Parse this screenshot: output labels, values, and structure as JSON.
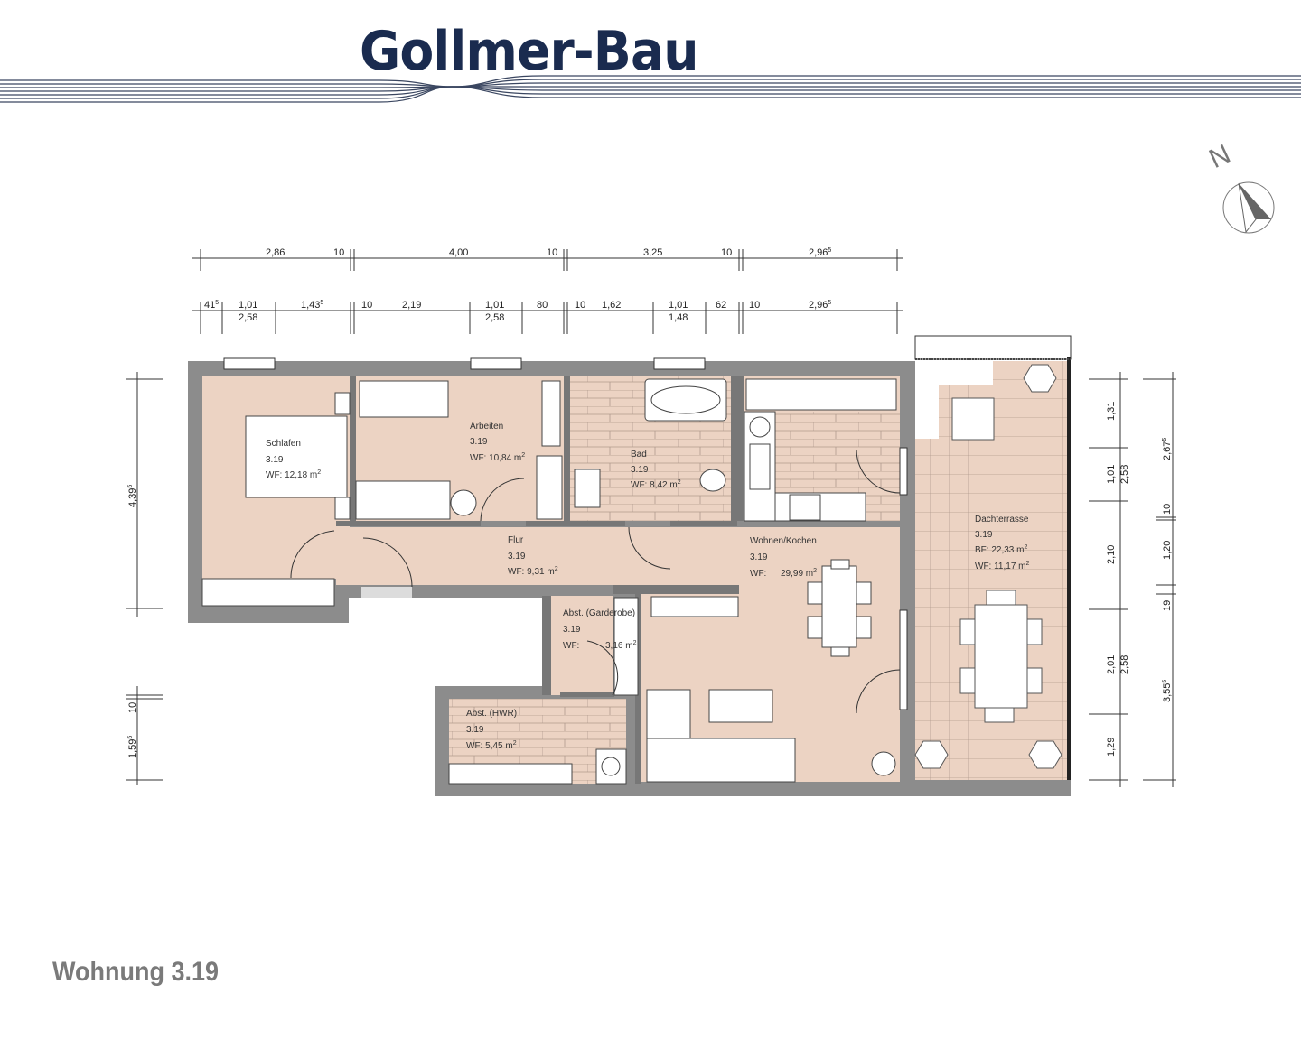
{
  "header": {
    "brand": "Gollmer-Bau"
  },
  "footer": {
    "title": "Wohnung 3.19"
  },
  "compass": {
    "label": "N",
    "icon": "north-arrow-icon"
  },
  "colors": {
    "brand": "#1a2b4f",
    "wall": "#8c8c8c",
    "floor": "#ecd3c3",
    "footer_text": "#7a7a7a"
  },
  "rooms": [
    {
      "name": "Schlafen",
      "number": "3.19",
      "area_label": "WF: 12,18 m",
      "area": "12,18"
    },
    {
      "name": "Arbeiten",
      "number": "3.19",
      "area_label": "WF: 10,84 m",
      "area": "10,84"
    },
    {
      "name": "Bad",
      "number": "3.19",
      "area_label": "WF: 8,42 m",
      "area": "8,42"
    },
    {
      "name": "Flur",
      "number": "3.19",
      "area_label": "WF: 9,31 m",
      "area": "9,31"
    },
    {
      "name": "Wohnen/Kochen",
      "number": "3.19",
      "area_prefix": "WF:",
      "area_label": "29,99 m",
      "area": "29,99"
    },
    {
      "name": "Abst. (Garderobe)",
      "number": "3.19",
      "area_prefix": "WF:",
      "area_label": "3,16 m",
      "area": "3,16"
    },
    {
      "name": "Abst. (HWR)",
      "number": "3.19",
      "area_label": "WF: 5,45 m",
      "area": "5,45"
    },
    {
      "name": "Dachterrasse",
      "number": "3.19",
      "bf_label": "BF:  22,33 m",
      "area_label": "WF: 11,17 m",
      "bf": "22,33",
      "area": "11,17"
    }
  ],
  "dimensions": {
    "top_row1": [
      "2,86",
      "10",
      "4,00",
      "10",
      "3,25",
      "10",
      "2,96"
    ],
    "top_row1_sup": [
      "",
      "",
      "",
      "",
      "",
      "",
      "5"
    ],
    "top_row2": [
      "41",
      "1,01",
      "1,43",
      "10",
      "2,19",
      "1,01",
      "80",
      "10",
      "1,62",
      "1,01",
      "62",
      "10",
      "2,96"
    ],
    "top_row2_sup": [
      "5",
      "",
      "5",
      "",
      "",
      "",
      "",
      "",
      "",
      "",
      "",
      "",
      "5"
    ],
    "top_row2_sub": [
      "2,58",
      "2,58",
      "1,48"
    ],
    "left": [
      "4,39",
      "10",
      "1,59"
    ],
    "left_sup": [
      "5",
      "",
      "5"
    ],
    "right_inner": [
      "1,31",
      "1,01",
      "2,10",
      "2,01",
      "1,29"
    ],
    "right_inner_sub": [
      "2,58",
      "2,58"
    ],
    "right_outer": [
      "2,67",
      "10",
      "1,20",
      "19",
      "3,55"
    ],
    "right_outer_sup": [
      "5",
      "",
      "",
      "",
      "5"
    ]
  }
}
